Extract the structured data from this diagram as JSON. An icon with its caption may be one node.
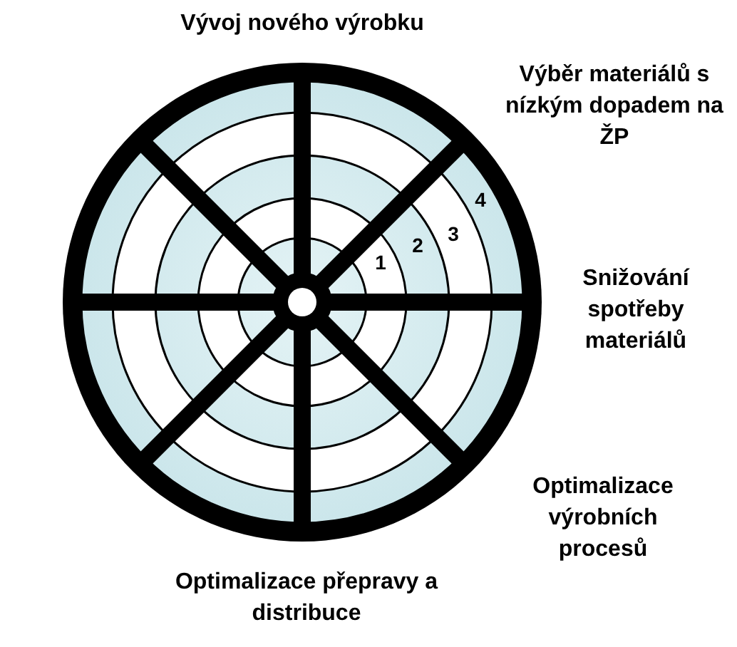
{
  "diagram": {
    "labels": [
      "Vývoj nového výrobku",
      "Výběr materiálů s nízkým dopadem na ŽP",
      "Snižování spotřeby materiálů",
      "Optimalizace výrobních procesů",
      "Optimalizace přepravy a distribuce",
      "1",
      "2",
      "3",
      "4"
    ]
  }
}
